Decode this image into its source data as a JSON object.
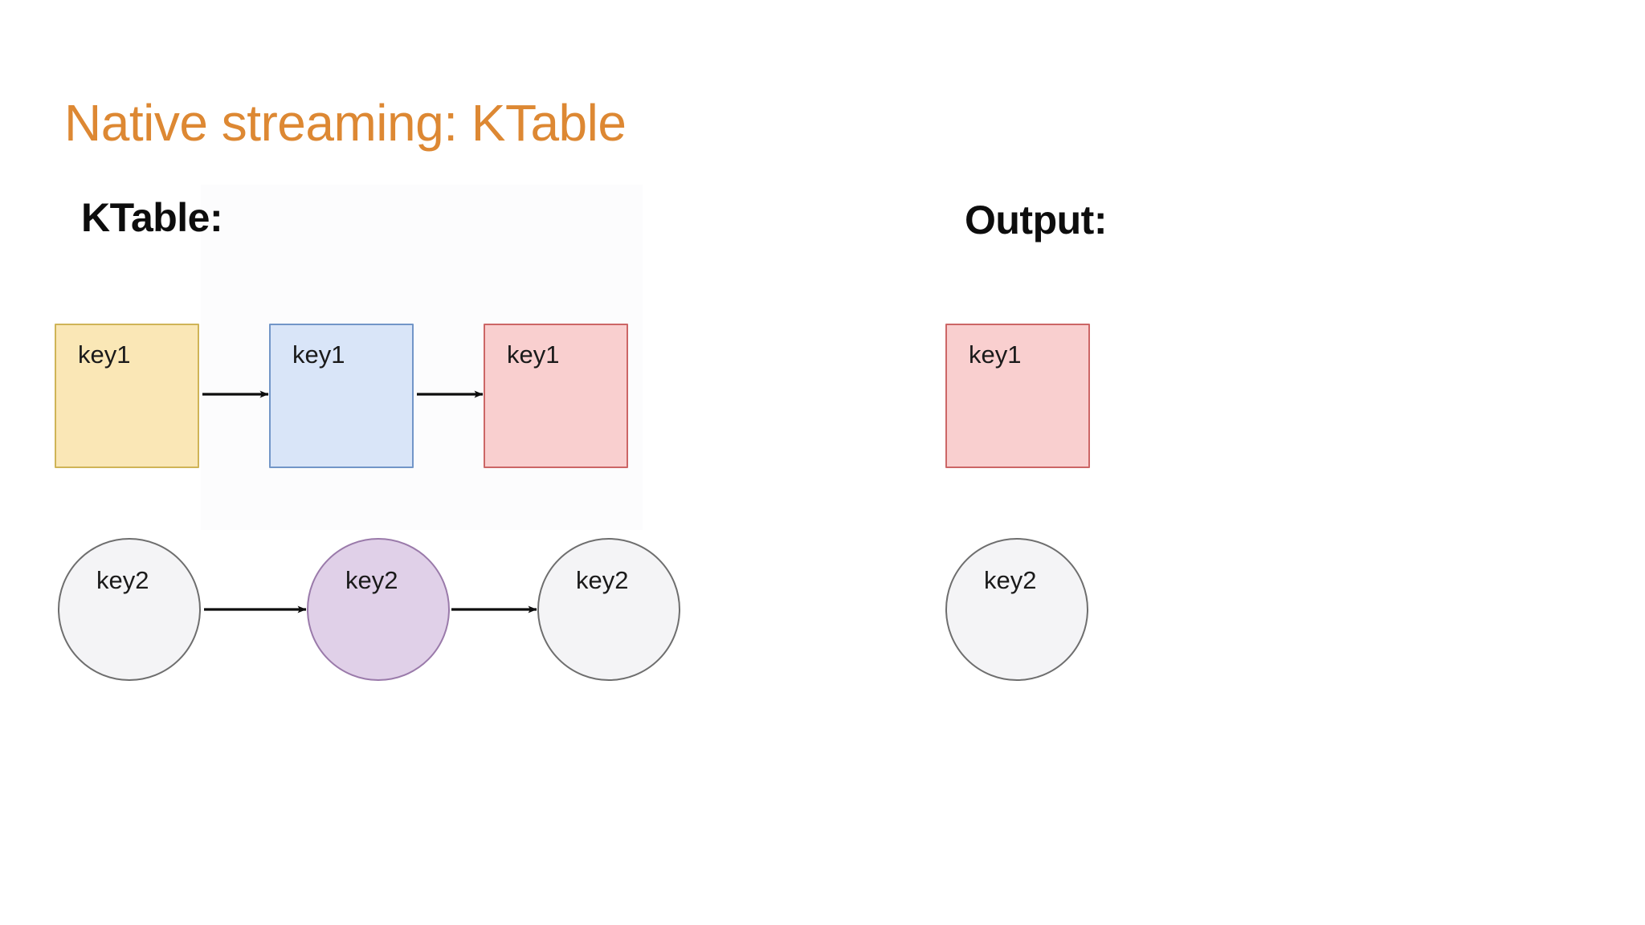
{
  "slide": {
    "title": "Native streaming: KTable",
    "title_color": "#dd8833",
    "background": "#ffffff"
  },
  "columns": [
    {
      "id": "ktable",
      "heading": "KTable:"
    },
    {
      "id": "output",
      "heading": "Output:"
    }
  ],
  "diagram": {
    "type": "flow",
    "rows": [
      {
        "id": "key1-row",
        "shape": "rectangle",
        "ktable_nodes": [
          {
            "label": "key1",
            "fill": "#fae7b6",
            "stroke": "#cfb457",
            "color_name": "yellow"
          },
          {
            "label": "key1",
            "fill": "#d9e5f8",
            "stroke": "#7296c8",
            "color_name": "blue"
          },
          {
            "label": "key1",
            "fill": "#f9cfcf",
            "stroke": "#cc6666",
            "color_name": "red"
          }
        ],
        "output_nodes": [
          {
            "label": "key1",
            "fill": "#f9cfcf",
            "stroke": "#cc6666",
            "color_name": "red"
          }
        ]
      },
      {
        "id": "key2-row",
        "shape": "circle",
        "ktable_nodes": [
          {
            "label": "key2",
            "fill": "#f4f4f6",
            "stroke": "#6e6e6e",
            "color_name": "plain"
          },
          {
            "label": "key2",
            "fill": "#e0d0e8",
            "stroke": "#9a7aaa",
            "color_name": "purple"
          },
          {
            "label": "key2",
            "fill": "#f4f4f6",
            "stroke": "#6e6e6e",
            "color_name": "plain"
          }
        ],
        "output_nodes": [
          {
            "label": "key2",
            "fill": "#f4f4f6",
            "stroke": "#6e6e6e",
            "color_name": "plain"
          }
        ]
      }
    ],
    "arrows": [
      {
        "from": "key1-node-1",
        "to": "key1-node-2"
      },
      {
        "from": "key1-node-2",
        "to": "key1-node-3"
      },
      {
        "from": "key2-node-1",
        "to": "key2-node-2"
      },
      {
        "from": "key2-node-2",
        "to": "key2-node-3"
      }
    ],
    "arrow_color": "#0d0d0d"
  }
}
